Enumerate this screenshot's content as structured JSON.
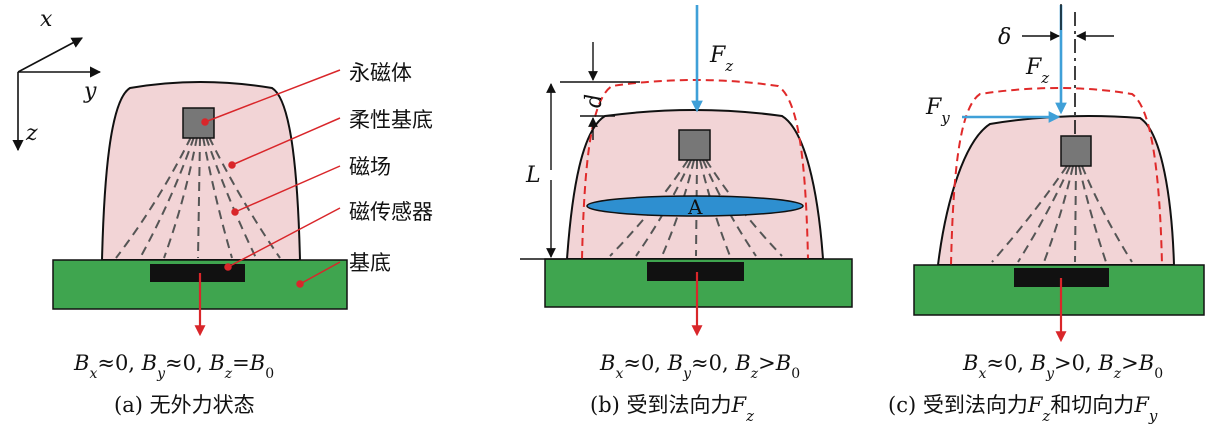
{
  "axes": {
    "x": "x",
    "y": "y",
    "z": "z"
  },
  "labels": {
    "magnet": "永磁体",
    "flexible_base": "柔性基底",
    "magnetic_field": "磁场",
    "magnetic_sensor": "磁传感器",
    "substrate": "基底"
  },
  "panel_b": {
    "force": "F",
    "force_sub": "z",
    "d": "d",
    "L": "L",
    "A": "A"
  },
  "panel_c": {
    "delta": "δ",
    "fz": "F",
    "fz_sub": "z",
    "fy": "F",
    "fy_sub": "y"
  },
  "formulas": {
    "a": {
      "B": "B",
      "x": "x",
      "approx1": "≈0, ",
      "y": "y",
      "approx2": "≈0, ",
      "z": "z",
      "rel3": "=",
      "B0": "B",
      "zero": "0"
    },
    "b": {
      "B": "B",
      "x": "x",
      "approx1": "≈0, ",
      "y": "y",
      "approx2": "≈0, ",
      "z": "z",
      "rel3": ">",
      "B0": "B",
      "zero": "0"
    },
    "c": {
      "B": "B",
      "x": "x",
      "approx1": "≈0, ",
      "y": "y",
      "approx2": ">0, ",
      "z": "z",
      "rel3": ">",
      "B0": "B",
      "zero": "0"
    }
  },
  "captions": {
    "a": "(a) 无外力状态",
    "b_prefix": "(b) 受到法向力",
    "b_F": "F",
    "b_sub": "z",
    "c_prefix": "(c) 受到法向力",
    "c_F1": "F",
    "c_sub1": "z",
    "c_mid": "和切向力",
    "c_F2": "F",
    "c_sub2": "y"
  },
  "colors": {
    "dome_fill": "#f2d4d6",
    "substrate": "#3fa54f",
    "sensor": "#111111",
    "magnet": "#777777",
    "leader_red": "#d9262a",
    "force_blue": "#3fa0d8",
    "ellipse_blue": "#2e8fd0",
    "dash_red": "#e02a2a"
  }
}
